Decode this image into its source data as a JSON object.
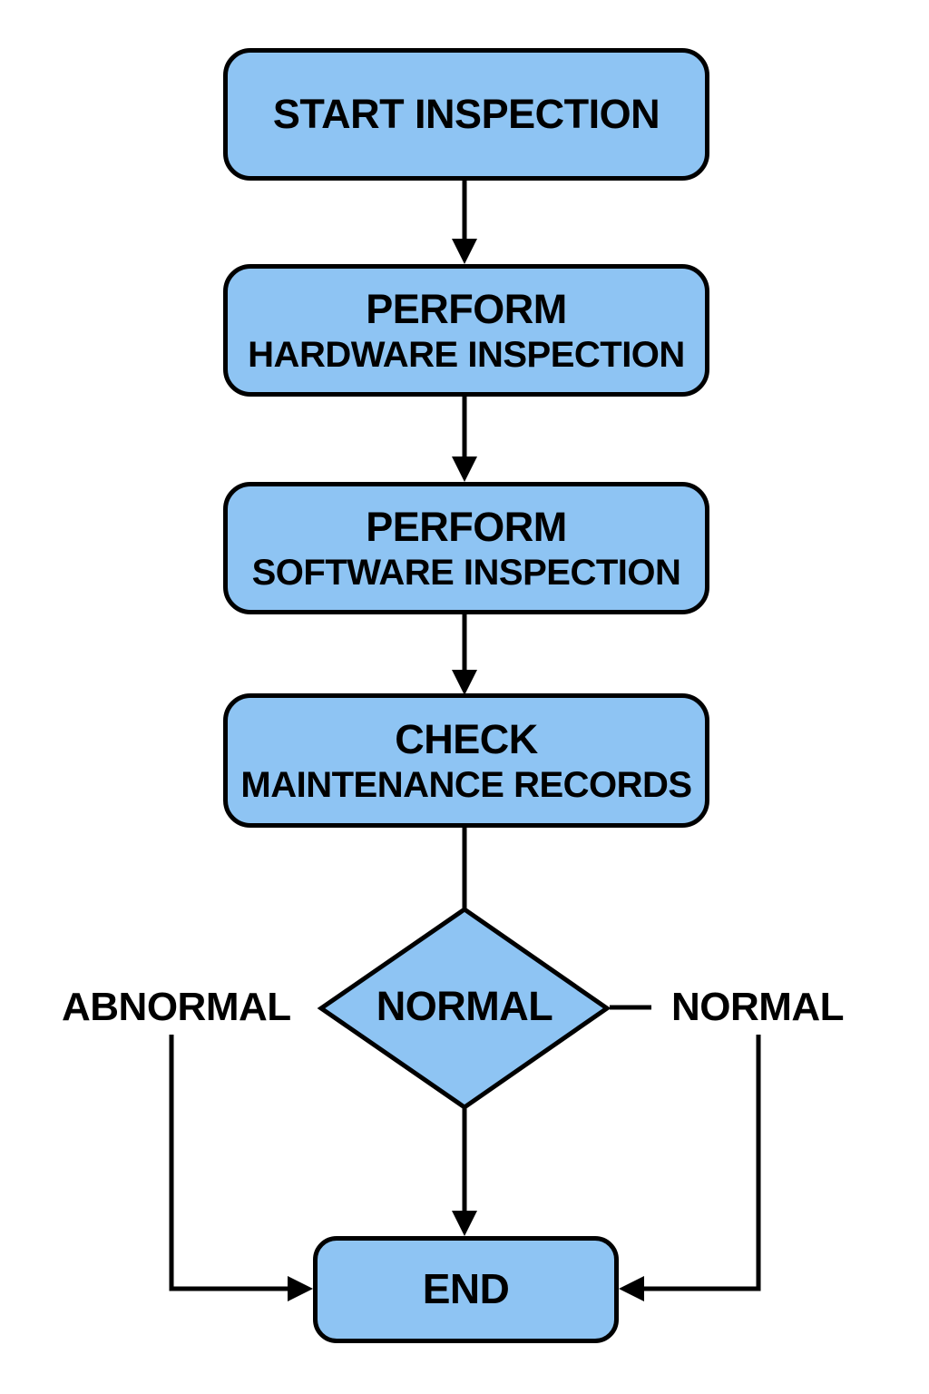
{
  "diagram": {
    "type": "flowchart",
    "nodes": {
      "start": {
        "label": "START INSPECTION"
      },
      "hardware_inspection": {
        "line1": "PERFORM",
        "line2": "HARDWARE INSPECTION"
      },
      "software_inspection": {
        "line1": "PERFORM",
        "line2": "SOFTWARE INSPECTION"
      },
      "maintenance_records": {
        "line1": "CHECK",
        "line2": "MAINTENANCE RECORDS"
      },
      "decision": {
        "label": "NORMAL"
      },
      "end": {
        "label": "END"
      }
    },
    "branch_labels": {
      "left": "ABNORMAL",
      "right": "NORMAL"
    },
    "colors": {
      "node_fill": "#8EC4F3",
      "node_border": "#000000",
      "connector": "#000000",
      "text": "#000000",
      "background": "#FFFFFF"
    }
  }
}
